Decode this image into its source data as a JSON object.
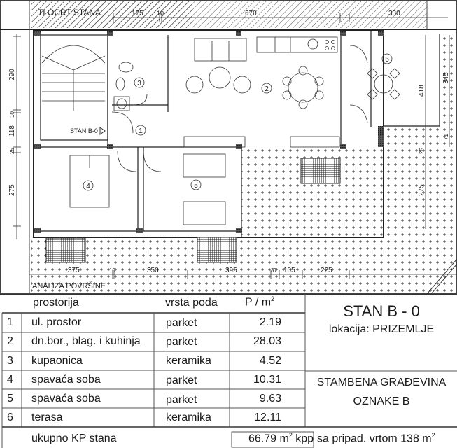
{
  "plan": {
    "title": "TLOCRT STANA",
    "section_label": "ANALIZA POVRŠINE",
    "apartment_tag": "STAN B-0",
    "top_dims": [
      "175",
      "10",
      "670",
      "330"
    ],
    "bottom_dims": [
      "375",
      "10",
      "350",
      "395",
      "37",
      "105",
      "225"
    ],
    "left_dims": [
      "290",
      "10",
      "118",
      "25",
      "275"
    ],
    "right_dims": [
      "418",
      "345",
      "71",
      "25",
      "275"
    ],
    "room_markers": [
      "1",
      "2",
      "3",
      "4",
      "5",
      "6"
    ]
  },
  "table": {
    "headers": {
      "room": "prostorija",
      "floor": "vrsta poda",
      "area": "P / m",
      "area_sup": "2"
    },
    "rows": [
      {
        "no": "1",
        "room": "ul. prostor",
        "floor": "parket",
        "area": "2.19"
      },
      {
        "no": "2",
        "room": "dn.bor., blag. i kuhinja",
        "floor": "parket",
        "area": "28.03"
      },
      {
        "no": "3",
        "room": "kupaonica",
        "floor": "keramika",
        "area": "4.52"
      },
      {
        "no": "4",
        "room": "spavaća soba",
        "floor": "parket",
        "area": "10.31"
      },
      {
        "no": "5",
        "room": "spavaća soba",
        "floor": "parket",
        "area": "9.63"
      },
      {
        "no": "6",
        "room": "terasa",
        "floor": "keramika",
        "area": "12.11"
      }
    ],
    "total_label": "ukupno KP stana",
    "total_value": "66.79 m",
    "total_sup": "2",
    "total_unit": " kpp",
    "garden_note": "sa pripad. vrtom 138 m",
    "garden_sup": "2"
  },
  "info": {
    "unit": "STAN  B - 0",
    "location": "lokacija:  PRIZEMLJE",
    "building_line1": "STAMBENA GRAĐEVINA",
    "building_line2": "OZNAKE  B"
  }
}
